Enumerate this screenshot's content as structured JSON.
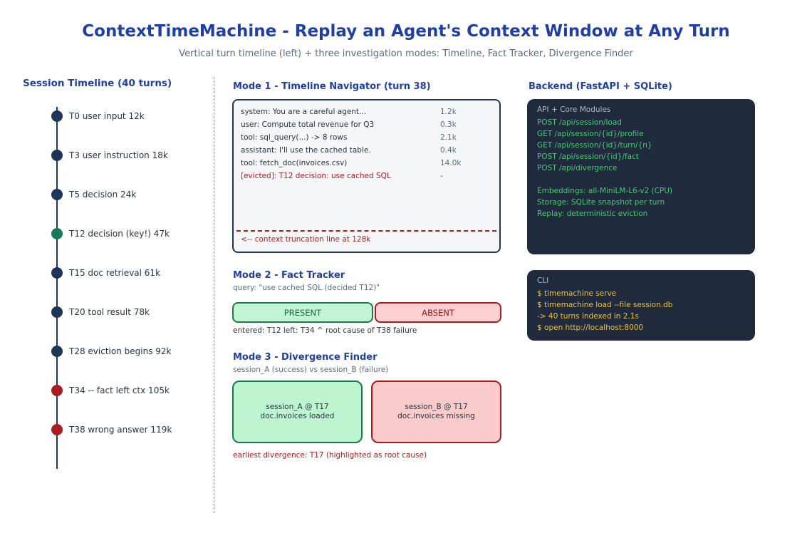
{
  "title": "ContextTimeMachine - Replay an Agent's Context Window at Any Turn",
  "subtitle": "Vertical turn timeline (left) + three investigation modes: Timeline, Fact Tracker, Divergence Finder",
  "timeline": {
    "heading": "Session Timeline (40 turns)",
    "turns": [
      {
        "label": "T0 user input 12k",
        "color": "#1e3557"
      },
      {
        "label": "T3 user instruction 18k",
        "color": "#1e3557"
      },
      {
        "label": "T5 decision 24k",
        "color": "#1e3557"
      },
      {
        "label": "T12 decision (key!) 47k",
        "color": "#177a5c"
      },
      {
        "label": "T15 doc retrieval 61k",
        "color": "#1e3557"
      },
      {
        "label": "T20 tool result 78k",
        "color": "#1e3557"
      },
      {
        "label": "T28 eviction begins 92k",
        "color": "#1e3557"
      },
      {
        "label": "T34 -- fact left ctx 105k",
        "color": "#a81c22"
      },
      {
        "label": "T38 wrong answer 119k",
        "color": "#a81c22"
      }
    ]
  },
  "mode1": {
    "heading": "Mode 1 - Timeline Navigator (turn 38)",
    "rows": [
      {
        "text": "system: You are a careful agent...",
        "size": "1.2k",
        "evicted": false
      },
      {
        "text": "user: Compute total revenue for Q3",
        "size": "0.3k",
        "evicted": false
      },
      {
        "text": "tool: sql_query(...) -> 8 rows",
        "size": "2.1k",
        "evicted": false
      },
      {
        "text": "assistant: I'll use the cached table.",
        "size": "0.4k",
        "evicted": false
      },
      {
        "text": "tool: fetch_doc(invoices.csv)",
        "size": "14.0k",
        "evicted": false
      },
      {
        "text": "[evicted]: T12 decision: use cached SQL",
        "size": "-",
        "evicted": true
      }
    ],
    "truncation_label": "<-- context truncation line at 128k"
  },
  "mode2": {
    "heading": "Mode 2 - Fact Tracker",
    "query": "query: \"use cached SQL (decided T12)\"",
    "present_label": "PRESENT",
    "absent_label": "ABSENT",
    "note": "entered: T12 left: T34 ^ root cause of T38 failure"
  },
  "mode3": {
    "heading": "Mode 3 - Divergence Finder",
    "sub": "session_A (success) vs session_B (failure)",
    "session_a": {
      "line1": "session_A @ T17",
      "line2": "doc.invoices loaded"
    },
    "session_b": {
      "line1": "session_B @ T17",
      "line2": "doc.invoices missing"
    },
    "note": "earliest divergence: T17 (highlighted as root cause)"
  },
  "backend": {
    "heading": "Backend (FastAPI + SQLite)",
    "api_head": "API + Core Modules",
    "api_lines": [
      "POST /api/session/load",
      "GET /api/session/{id}/profile",
      "GET /api/session/{id}/turn/{n}",
      "POST /api/session/{id}/fact",
      "POST /api/divergence",
      "",
      "Embeddings: all-MiniLM-L6-v2 (CPU)",
      "Storage: SQLite snapshot per turn",
      "Replay: deterministic eviction"
    ],
    "cli_head": "CLI",
    "cli_lines": [
      "$ timemachine serve",
      "$ timemachine load --file session.db",
      "-> 40 turns indexed in 2.1s",
      "$ open http://localhost:8000"
    ]
  }
}
